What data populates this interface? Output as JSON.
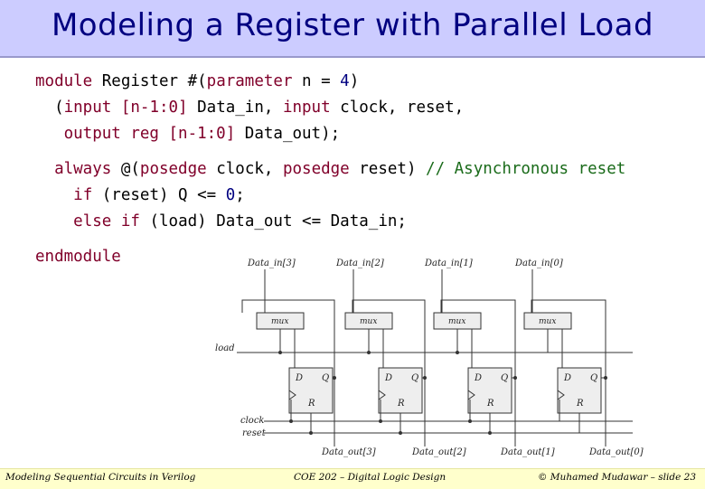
{
  "slide": {
    "title": "Modeling a Register with Parallel Load"
  },
  "code": {
    "l1": {
      "kw1": "module",
      "t1": " Register #(",
      "kw2": "parameter",
      "t2": " n = ",
      "num1": "4",
      "t3": ")"
    },
    "l2": {
      "t0": "  (",
      "kw1": "input",
      "t1": " [n-1:0]",
      "t2": " Data_in, ",
      "kw2": "input",
      "t3": " clock, reset,"
    },
    "l3": {
      "t0": "   ",
      "kw1": "output reg",
      "t1": " [n-1:0]",
      "t2": " Data_out);"
    },
    "l4": {
      "t0": "  ",
      "kw1": "always",
      "t1": " @(",
      "kw2": "posedge",
      "t2": " clock, ",
      "kw3": "posedge",
      "t3": " reset) ",
      "cm": "// Asynchronous reset"
    },
    "l5": {
      "t0": "    ",
      "kw1": "if",
      "t1": " (reset) Q <= ",
      "num1": "0",
      "t2": ";"
    },
    "l6": {
      "t0": "    ",
      "kw1": "else if",
      "t1": " (load) Data_out <= Data_in;"
    },
    "l7": {
      "kw1": "endmodule"
    }
  },
  "diagram": {
    "inputs": [
      "Data_in[3]",
      "Data_in[2]",
      "Data_in[1]",
      "Data_in[0]"
    ],
    "outputs": [
      "Data_out[3]",
      "Data_out[2]",
      "Data_out[1]",
      "Data_out[0]"
    ],
    "mux_label": "mux",
    "ff_d": "D",
    "ff_q": "Q",
    "ff_r": "R",
    "signals": {
      "load": "load",
      "clock": "clock",
      "reset": "reset"
    }
  },
  "footer": {
    "left": "Modeling Sequential Circuits in Verilog",
    "center": "COE 202 – Digital Logic Design",
    "right": "© Muhamed Mudawar – slide 23"
  }
}
